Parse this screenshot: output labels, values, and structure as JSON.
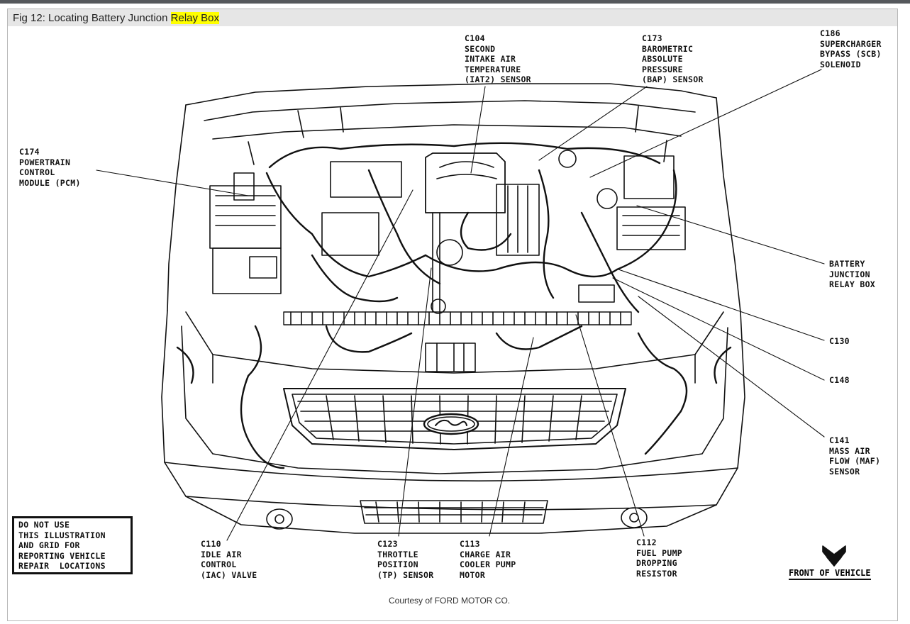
{
  "figure": {
    "title_prefix": "Fig 12: Locating Battery Junction ",
    "title_highlight": "Relay Box",
    "credit": "Courtesy of FORD MOTOR CO.",
    "warning": "DO NOT USE\nTHIS ILLUSTRATION\nAND GRID FOR\nREPORTING VEHICLE\nREPAIR  LOCATIONS",
    "front_label": "FRONT OF VEHICLE",
    "highlight_color": "#ffff00"
  },
  "callouts": {
    "c104": "C104\nSECOND\nINTAKE AIR\nTEMPERATURE\n(IAT2) SENSOR",
    "c173": "C173\nBAROMETRIC\nABSOLUTE\nPRESSURE\n(BAP) SENSOR",
    "c186": "C186\nSUPERCHARGER\nBYPASS (SCB)\nSOLENOID",
    "c174": "C174\nPOWERTRAIN\nCONTROL\nMODULE (PCM)",
    "battery": "BATTERY\nJUNCTION\nRELAY BOX",
    "c130": "C130",
    "c148": "C148",
    "c141": "C141\nMASS AIR\nFLOW (MAF)\nSENSOR",
    "c110": "C110\nIDLE AIR\nCONTROL\n(IAC) VALVE",
    "c123": "C123\nTHROTTLE\nPOSITION\n(TP) SENSOR",
    "c113": "C113\nCHARGE AIR\nCOOLER PUMP\nMOTOR",
    "c112": "C112\nFUEL PUMP\nDROPPING\nRESISTOR"
  }
}
